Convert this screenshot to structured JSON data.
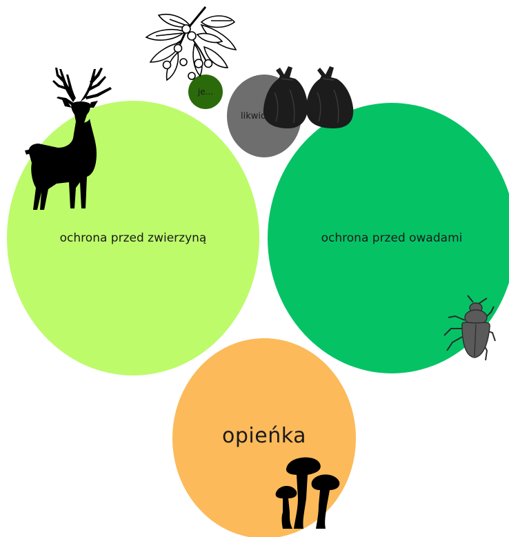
{
  "bubbles": {
    "ochrona_zwierzyna": {
      "label": "ochrona przed zwierzyną",
      "color": "#bdfb6b"
    },
    "ochrona_owady": {
      "label": "ochrona przed owadami",
      "color": "#05c365"
    },
    "opienka": {
      "label": "opieńka",
      "color": "#fcba5a"
    },
    "likwidacja": {
      "label": "likwid",
      "color": "#6e6e6e"
    },
    "jemiola": {
      "label": "je...",
      "color": "#2b6a0b"
    }
  },
  "icons": [
    "deer-icon",
    "mistletoe-icon",
    "garbage-bags-icon",
    "beetle-icon",
    "mushroom-icon"
  ]
}
